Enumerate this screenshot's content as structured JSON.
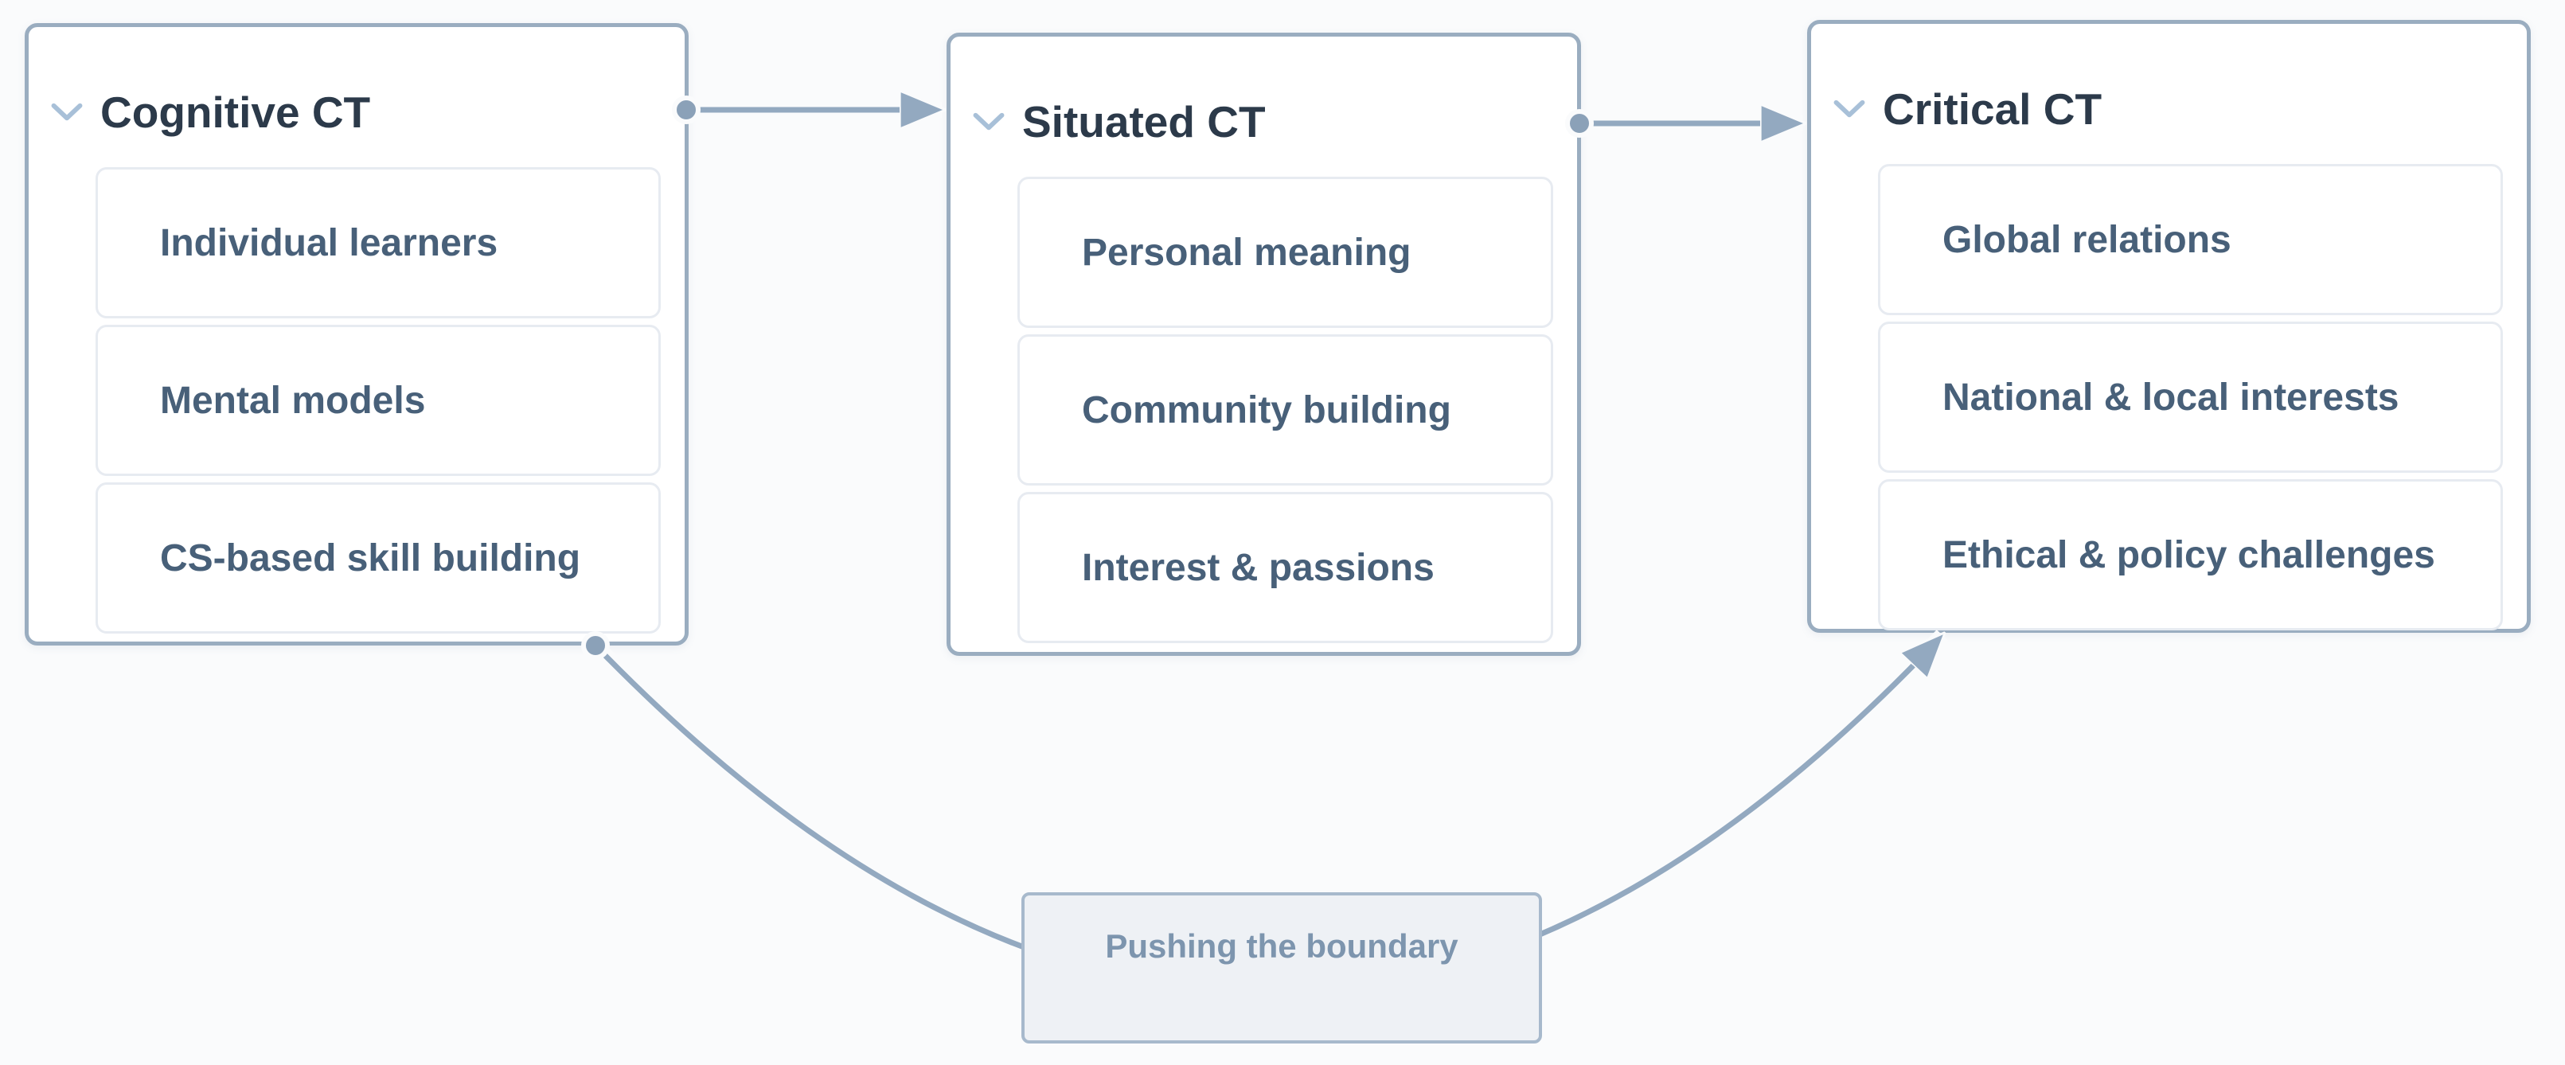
{
  "nodes": [
    {
      "title": "Cognitive CT",
      "items": [
        "Individual learners",
        "Mental models",
        "CS-based skill building"
      ]
    },
    {
      "title": "Situated CT",
      "items": [
        "Personal meaning",
        "Community building",
        "Interest & passions"
      ]
    },
    {
      "title": "Critical CT",
      "items": [
        "Global relations",
        "National & local interests",
        "Ethical & policy challenges"
      ]
    }
  ],
  "edges": [
    {
      "from": "Cognitive CT",
      "to": "Situated CT",
      "style": "straight-arrow"
    },
    {
      "from": "Situated CT",
      "to": "Critical CT",
      "style": "straight-arrow"
    },
    {
      "from": "Cognitive CT",
      "to": "Critical CT",
      "style": "curved-arrow",
      "label": "Pushing the boundary"
    }
  ],
  "icons": {
    "collapse": "chevron-down-icon"
  },
  "colors": {
    "canvas_bg": "#fafbfc",
    "panel_bg": "#ffffff",
    "panel_border": "#9aadc0",
    "item_border": "#e7ebf1",
    "title_text": "#2c3a4a",
    "item_text": "#486079",
    "connector": "#93a9c0",
    "connector_dot": "#8ba1b8",
    "chevron": "#a8c0d8",
    "boundary_bg": "#eef1f5",
    "boundary_border": "#a7b9cc",
    "boundary_text": "#7d95ae"
  }
}
